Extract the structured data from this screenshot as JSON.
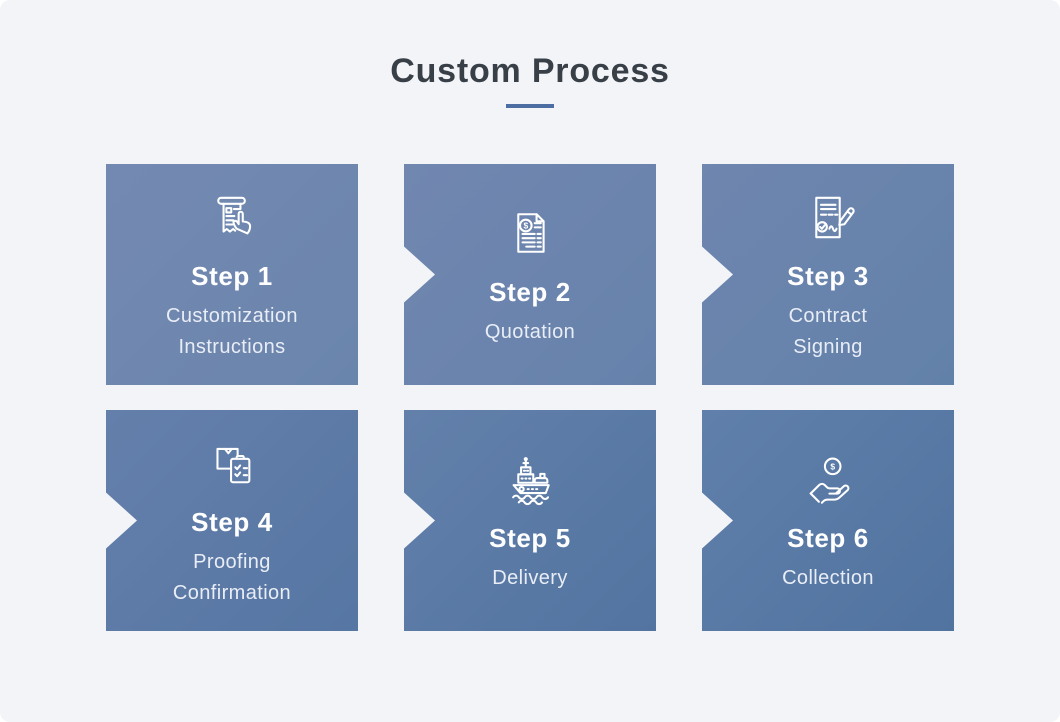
{
  "header": {
    "title": "Custom Process"
  },
  "colors": {
    "page_background": "#f2f4f8",
    "accent_underline": "#4c6ea2",
    "title_text": "#393f47",
    "card_blue_light": "#7489b2",
    "card_blue_dark": "#51739f",
    "card_text": "#ffffff"
  },
  "steps": [
    {
      "title": "Step 1",
      "subtitle": "Customization Instructions",
      "icon": "document-click-icon"
    },
    {
      "title": "Step 2",
      "subtitle": "Quotation",
      "icon": "invoice-dollar-icon"
    },
    {
      "title": "Step 3",
      "subtitle": "Contract Signing",
      "icon": "contract-signing-icon"
    },
    {
      "title": "Step 4",
      "subtitle": "Proofing Confirmation",
      "icon": "box-checklist-icon"
    },
    {
      "title": "Step 5",
      "subtitle": "Delivery",
      "icon": "cargo-ship-icon"
    },
    {
      "title": "Step 6",
      "subtitle": "Collection",
      "icon": "hand-coin-icon"
    }
  ]
}
